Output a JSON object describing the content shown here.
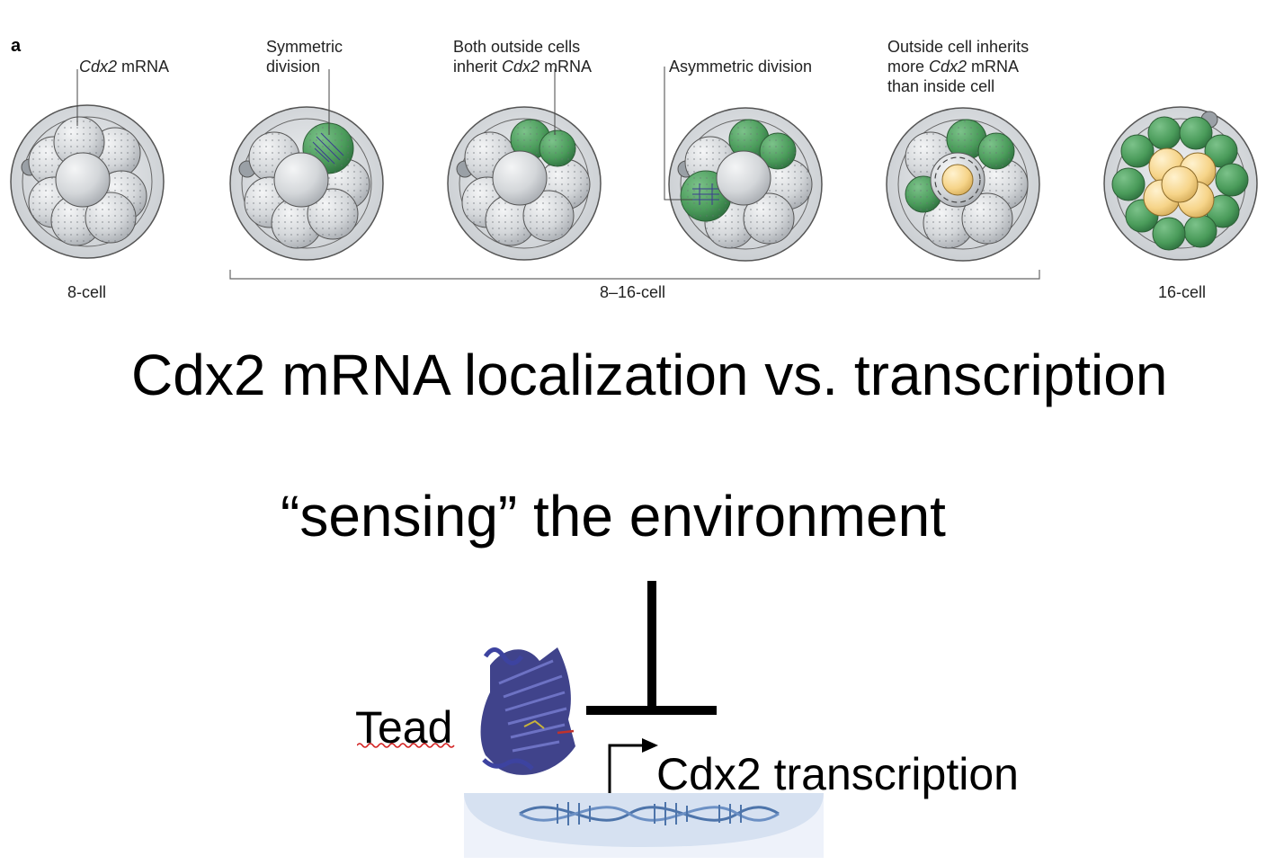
{
  "panel": {
    "letter": "a",
    "annotations": {
      "cdx2_mrna_italic": "Cdx2",
      "cdx2_mrna_rest": " mRNA",
      "symmetric_1": "Symmetric",
      "symmetric_2": "division",
      "both_1": "Both outside cells",
      "both_2a": "inherit ",
      "both_2b": "Cdx2",
      "both_2c": " mRNA",
      "asymmetric": "Asymmetric division",
      "outside_1": "Outside cell inherits",
      "outside_2a": "more ",
      "outside_2b": "Cdx2",
      "outside_2c": " mRNA",
      "outside_3": "than inside cell"
    },
    "stages": {
      "eight": "8-cell",
      "eight_sixteen": "8–16-cell",
      "sixteen": "16-cell"
    }
  },
  "headings": {
    "localization": "Cdx2 mRNA localization vs. transcription",
    "sensing": "“sensing” the environment"
  },
  "model": {
    "tead_label": "Tead",
    "cdx2_label": "Cdx2 transcription"
  },
  "colors": {
    "cell_grey": "#d3d6d9",
    "mrna_green": "#4a9b5a",
    "inside_yellow": "#f6d489",
    "protein_blue": "#2b2f7e",
    "dna_blue": "#5b82b8"
  }
}
